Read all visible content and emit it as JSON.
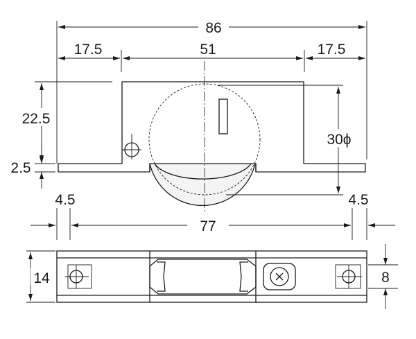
{
  "drawing": {
    "dims": {
      "overall_width": "86",
      "left_offset": "17.5",
      "center_width": "51",
      "right_offset": "17.5",
      "body_height": "22.5",
      "wheel_diameter": "30ϕ",
      "flange_thickness": "2.5",
      "left_hole_offset": "4.5",
      "hole_pitch": "77",
      "right_hole_offset": "4.5",
      "total_depth": "14",
      "channel_width": "8"
    }
  }
}
